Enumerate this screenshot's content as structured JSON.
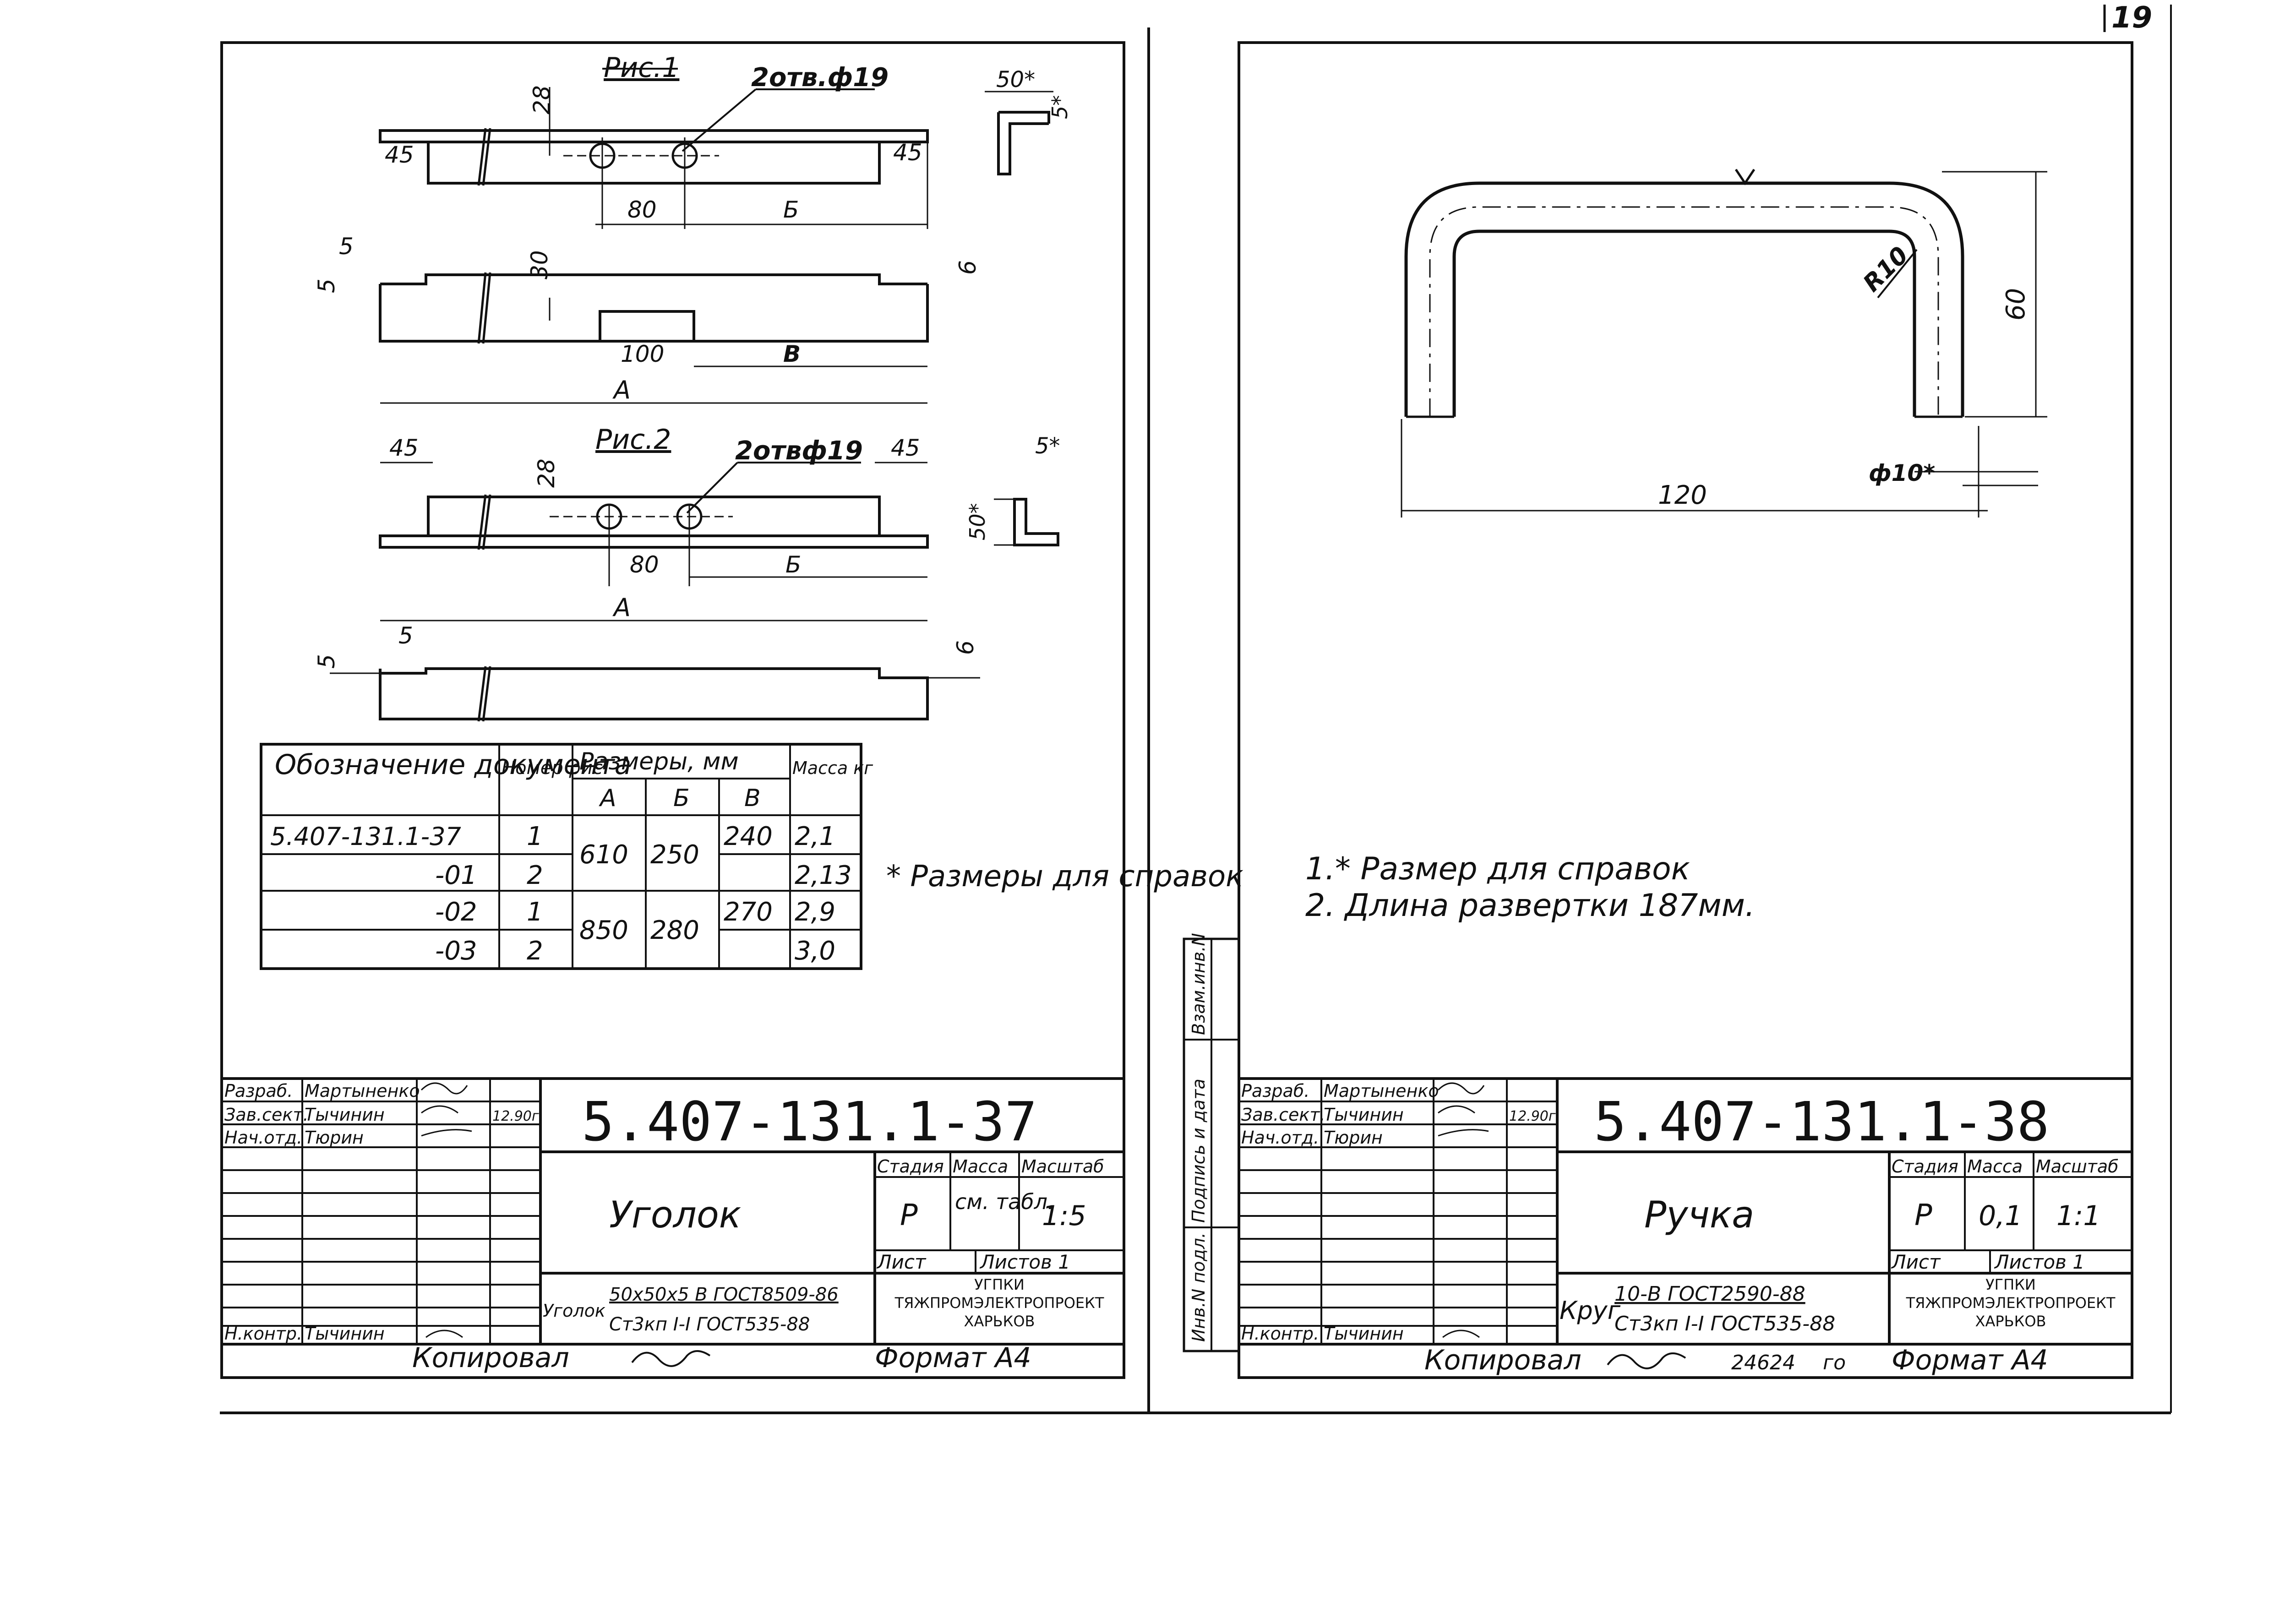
{
  "page_number": "19",
  "left_sheet": {
    "fig1_title": "Рис.1",
    "fig2_title": "Рис.2",
    "holes_note": "2отв.ф19",
    "holes_note_2": "2отвф19",
    "dims": {
      "d45": "45",
      "d80": "80",
      "dB": "Б",
      "d28": "28",
      "d5": "5",
      "d30": "30",
      "d6": "6",
      "d100": "100",
      "dV": "В",
      "dA": "А",
      "d50s": "50*",
      "d5s": "5*"
    },
    "table": {
      "headers": {
        "designation": "Обозначение документа",
        "fig_no": "Номер рис",
        "sizes": "Размеры, мм",
        "mass": "Масса кг",
        "A": "А",
        "B": "Б",
        "V": "В"
      },
      "rows": [
        {
          "designation": "5.407-131.1-37",
          "fig": "1",
          "A": "610",
          "B": "250",
          "V": "240",
          "mass": "2,1"
        },
        {
          "designation": "-01",
          "fig": "2",
          "A": "",
          "B": "",
          "V": "",
          "mass": "2,13"
        },
        {
          "designation": "-02",
          "fig": "1",
          "A": "850",
          "B": "280",
          "V": "270",
          "mass": "2,9"
        },
        {
          "designation": "-03",
          "fig": "2",
          "A": "",
          "B": "",
          "V": "",
          "mass": "3,0"
        }
      ]
    },
    "footnote": "* Размеры для справок",
    "stamp": {
      "code": "5.407-131.1-37",
      "name": "Уголок",
      "staff": [
        {
          "role": "Разраб.",
          "name": "Мартыненко",
          "date": ""
        },
        {
          "role": "Зав.сект.",
          "name": "Тычинин",
          "date": "12.90г."
        },
        {
          "role": "Нач.отд.",
          "name": "Тюрин",
          "date": ""
        },
        {
          "role": "Н.контр.",
          "name": "Тычинин",
          "date": ""
        }
      ],
      "stage_label": "Стадия",
      "mass_label": "Масса",
      "scale_label": "Масштаб",
      "stage": "Р",
      "mass": "см. табл.",
      "scale": "1:5",
      "sheet_label": "Лист",
      "sheets_label": "Листов 1",
      "material_prefix": "Уголок",
      "material_top": "50х50х5 В ГОСТ8509-86",
      "material_bottom": "Ст3кп I-I ГОСТ535-88",
      "org": "УГПКИ ТЯЖПРОМЭЛЕКТРОПРОЕКТ ХАРЬКОВ"
    },
    "copied": "Копировал",
    "format": "Формат А4"
  },
  "right_sheet": {
    "dims": {
      "d120": "120",
      "d60": "60",
      "r10": "R10",
      "phi10": "ф10*"
    },
    "notes": [
      "1.* Размер для справок",
      "2. Длина развертки 187мм."
    ],
    "side_labels": [
      "Инв.N подл.",
      "Подпись и дата",
      "Взам.инв.N"
    ],
    "stamp": {
      "code": "5.407-131.1-38",
      "name": "Ручка",
      "staff": [
        {
          "role": "Разраб.",
          "name": "Мартыненко",
          "date": ""
        },
        {
          "role": "Зав.сект.",
          "name": "Тычинин",
          "date": "12.90г."
        },
        {
          "role": "Нач.отд.",
          "name": "Тюрин",
          "date": ""
        },
        {
          "role": "Н.контр.",
          "name": "Тычинин",
          "date": ""
        }
      ],
      "stage_label": "Стадия",
      "mass_label": "Масса",
      "scale_label": "Масштаб",
      "stage": "Р",
      "mass": "0,1",
      "scale": "1:1",
      "sheet_label": "Лист",
      "sheets_label": "Листов 1",
      "material_prefix": "Круг",
      "material_top": "10-В ГОСТ2590-88",
      "material_bottom": "Ст3кп I-I ГОСТ535-88",
      "org": "УГПКИ ТЯЖПРОМЭЛЕКТРОПРОЕКТ ХАРЬКОВ"
    },
    "copied": "Копировал",
    "copy_number": "24624",
    "copy_suffix": "го",
    "format": "Формат А4"
  }
}
